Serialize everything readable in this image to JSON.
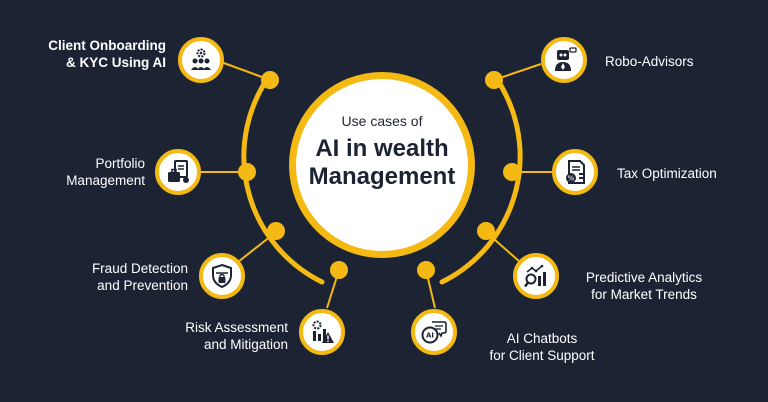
{
  "center": {
    "subtitle": "Use cases of",
    "title_line1": "AI in wealth",
    "title_line2": "Management"
  },
  "items": [
    {
      "line1": "Client Onboarding",
      "line2": "& KYC Using AI",
      "icon": "team-gear-icon"
    },
    {
      "line1": "Portfolio",
      "line2": "Management",
      "icon": "briefcase-document-icon"
    },
    {
      "line1": "Fraud Detection",
      "line2": "and Prevention",
      "icon": "shield-lock-icon"
    },
    {
      "line1": "Risk Assessment",
      "line2": "and Mitigation",
      "icon": "risk-chart-warning-icon"
    },
    {
      "line1": "Robo-Advisors",
      "line2": "",
      "icon": "robot-advisor-icon"
    },
    {
      "line1": "Tax Optimization",
      "line2": "",
      "icon": "tax-document-icon"
    },
    {
      "line1": "Predictive Analytics",
      "line2": "for Market Trends",
      "icon": "analytics-magnifier-icon"
    },
    {
      "line1": "AI Chatbots",
      "line2": "for Client Support",
      "icon": "ai-chat-icon"
    }
  ],
  "colors": {
    "background": "#1c2333",
    "accent": "#f5b914",
    "text": "#ffffff",
    "center_text": "#1c2333"
  }
}
